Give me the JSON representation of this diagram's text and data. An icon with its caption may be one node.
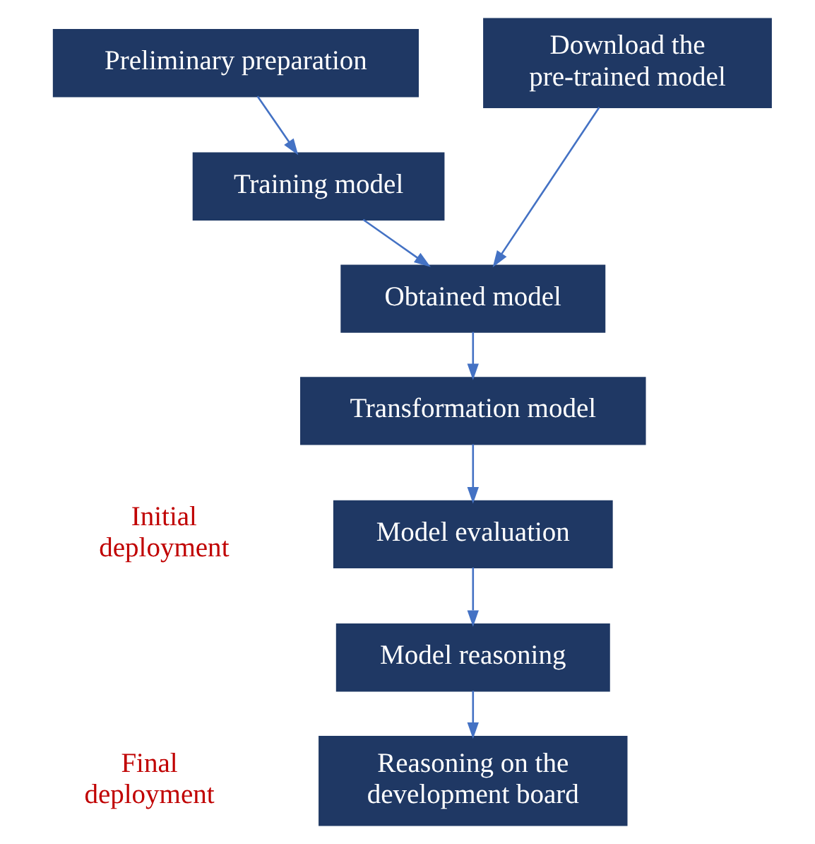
{
  "diagram": {
    "nodes": [
      {
        "text": [
          "Preliminary preparation"
        ]
      },
      {
        "text": [
          "Download the pre-trained model"
        ]
      },
      {
        "text": [
          "Training model"
        ]
      },
      {
        "text": [
          "Obtained model"
        ]
      },
      {
        "text": [
          "Transformation model"
        ]
      },
      {
        "text": [
          "Model evaluation"
        ]
      },
      {
        "text": [
          "Model reasoning"
        ]
      },
      {
        "text": [
          "Reasoning on the development board"
        ]
      }
    ],
    "edges": [
      {
        "from": 0,
        "to": 2,
        "arrow": "to"
      },
      {
        "from": 2,
        "to": 3,
        "arrow": "to"
      },
      {
        "from": 1,
        "to": 3,
        "arrow": "to"
      },
      {
        "from": 3,
        "to": 4,
        "arrow": "to"
      },
      {
        "from": 4,
        "to": 5,
        "arrow": "to"
      },
      {
        "from": 5,
        "to": 6,
        "arrow": "to"
      },
      {
        "from": 6,
        "to": 7,
        "arrow": "to"
      }
    ],
    "labels": [
      "Initial deployment",
      "Final deployment"
    ]
  }
}
